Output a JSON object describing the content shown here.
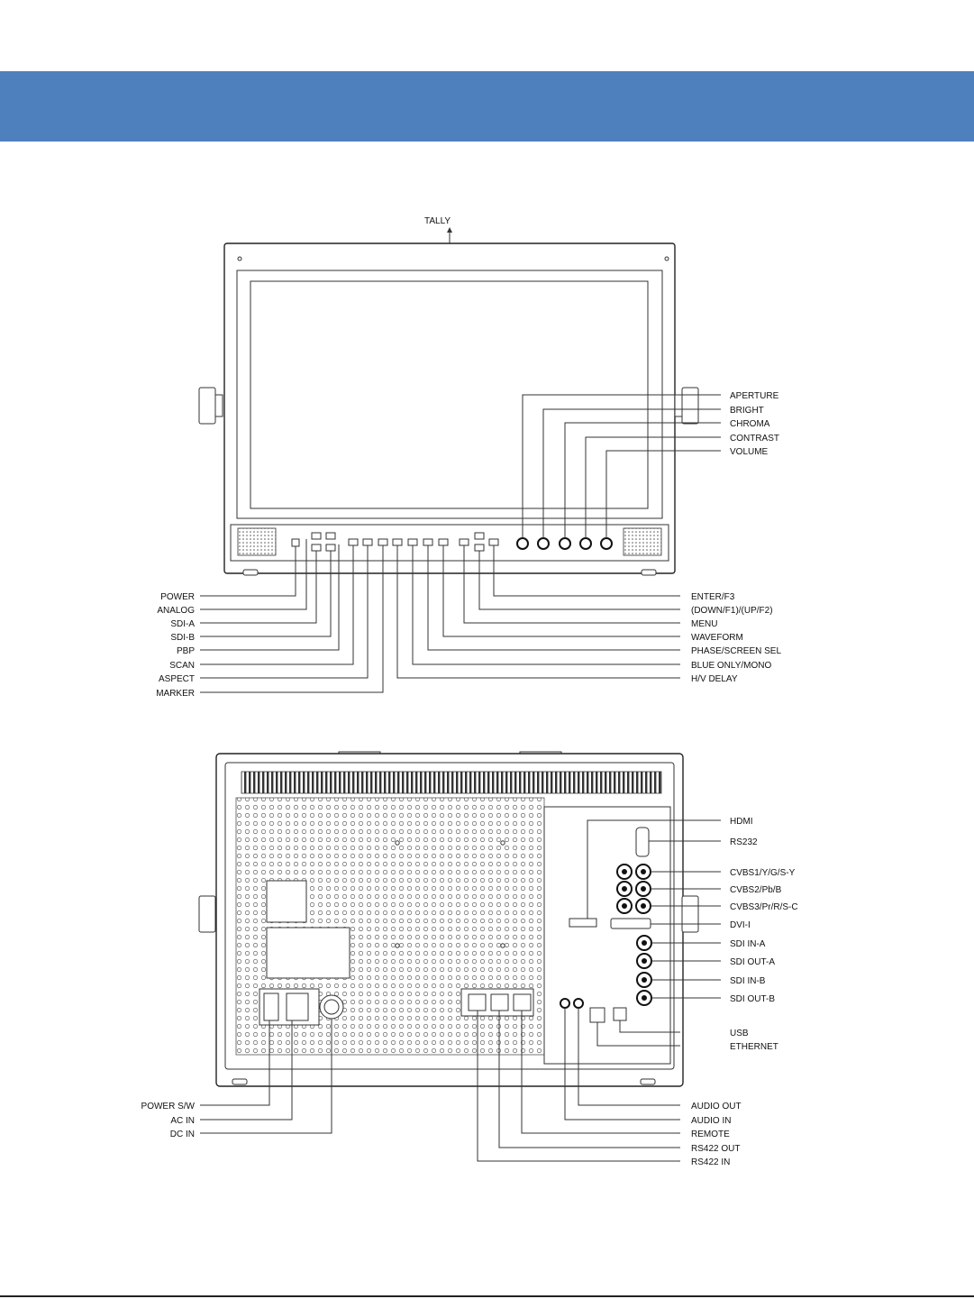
{
  "colors": {
    "header_band": "#4d80bd"
  },
  "front": {
    "top_label": "TALLY",
    "right_labels": [
      "APERTURE",
      "BRIGHT",
      "CHROMA",
      "CONTRAST",
      "VOLUME"
    ],
    "left_labels": [
      "POWER",
      "ANALOG",
      "SDI-A",
      "SDI-B",
      "PBP",
      "SCAN",
      "ASPECT",
      "MARKER"
    ],
    "bottom_right_labels": [
      "ENTER/F3",
      "(DOWN/F1)/(UP/F2)",
      "MENU",
      "WAVEFORM",
      "PHASE/SCREEN SEL",
      "BLUE ONLY/MONO",
      "H/V DELAY"
    ]
  },
  "rear": {
    "right_labels": [
      "HDMI",
      "RS232",
      "CVBS1/Y/G/S-Y",
      "CVBS2/Pb/B",
      "CVBS3/Pr/R/S-C",
      "DVI-I",
      "SDI IN-A",
      "SDI OUT-A",
      "SDI IN-B",
      "SDI OUT-B",
      "USB",
      "ETHERNET"
    ],
    "left_labels": [
      "POWER S/W",
      "AC IN",
      "DC IN"
    ],
    "bottom_right_labels": [
      "AUDIO OUT",
      "AUDIO IN",
      "REMOTE",
      "RS422 OUT",
      "RS422 IN"
    ]
  }
}
